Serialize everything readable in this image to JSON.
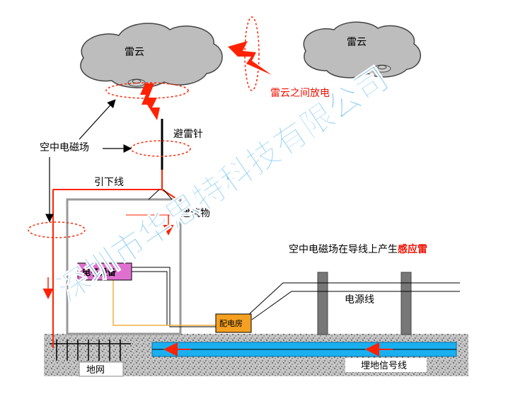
{
  "labels": {
    "cloud_left": "雷云",
    "cloud_right": "雷云",
    "inter_cloud_discharge": "雷云之间放电",
    "lightning_rod": "避雷针",
    "air_em_field": "空中电磁场",
    "down_conductor": "引下线",
    "building": "建筑物",
    "induced_prefix": "空中电磁场在导线上产生",
    "induced_highlight": "感应雷",
    "power_line": "电源线",
    "electronic_equipment": "电子设备",
    "distribution_room": "配电房",
    "ground_grid": "地网",
    "buried_signal_line": "埋地信号线"
  },
  "watermark": "深圳市华思特科技有限公司",
  "colors": {
    "lightning": "#ff2200",
    "label_red": "#ee1100",
    "cloud": "#bdbdbd",
    "ground": "#c4c4c4",
    "buried_line": "#1ab0f0",
    "equipment_box": "#e070d0",
    "distribution_box": "#f5a020",
    "signal_wire": "#f0b040",
    "watermark": "#59b7ee"
  }
}
